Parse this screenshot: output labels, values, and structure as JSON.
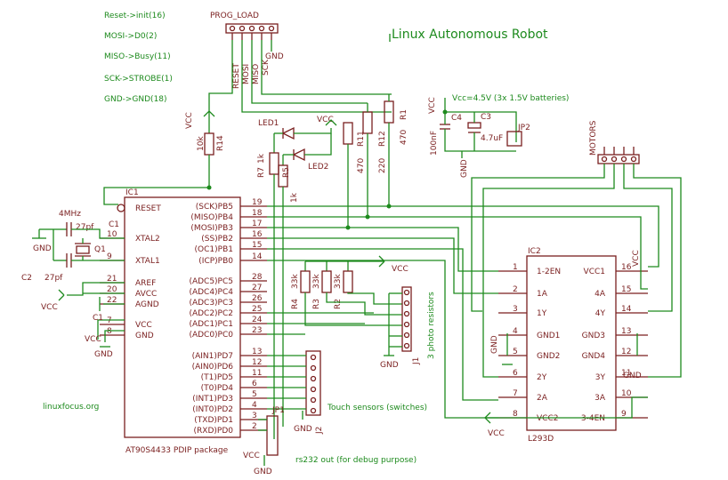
{
  "title": "Linux Autonomous Robot",
  "header_notes": {
    "reset": "Reset->init(16)",
    "mosi": "MOSI->D0(2)",
    "miso": "MISO->Busy(11)",
    "sck": "SCK->STROBE(1)",
    "gnd": "GND->GND(18)"
  },
  "prog_load": {
    "label": "PROG_LOAD",
    "pins": [
      "RESET",
      "MOSI",
      "MISO",
      "SCK",
      "GND"
    ]
  },
  "mcu": {
    "ref": "IC1",
    "part": "AT90S4433 PDIP package",
    "left_pins": [
      {
        "num": "",
        "name": "RESET"
      },
      {
        "num": "10",
        "name": "XTAL2"
      },
      {
        "num": "9",
        "name": "XTAL1"
      },
      {
        "num": "21",
        "name": "AREF"
      },
      {
        "num": "20",
        "name": "AVCC"
      },
      {
        "num": "22",
        "name": "AGND"
      },
      {
        "num": "7",
        "name": "VCC"
      },
      {
        "num": "8",
        "name": "GND"
      }
    ],
    "right_pins": [
      {
        "num": "19",
        "name": "(SCK)PB5"
      },
      {
        "num": "18",
        "name": "(MISO)PB4"
      },
      {
        "num": "17",
        "name": "(MOSI)PB3"
      },
      {
        "num": "16",
        "name": "(SS)PB2"
      },
      {
        "num": "15",
        "name": "(OC1)PB1"
      },
      {
        "num": "14",
        "name": "(ICP)PB0"
      },
      {
        "num": "28",
        "name": "(ADC5)PC5"
      },
      {
        "num": "27",
        "name": "(ADC4)PC4"
      },
      {
        "num": "26",
        "name": "(ADC3)PC3"
      },
      {
        "num": "25",
        "name": "(ADC2)PC2"
      },
      {
        "num": "24",
        "name": "(ADC1)PC1"
      },
      {
        "num": "23",
        "name": "(ADC0)PC0"
      },
      {
        "num": "13",
        "name": "(AIN1)PD7"
      },
      {
        "num": "12",
        "name": "(AIN0)PD6"
      },
      {
        "num": "11",
        "name": "(T1)PD5"
      },
      {
        "num": "6",
        "name": "(T0)PD4"
      },
      {
        "num": "5",
        "name": "(INT1)PD3"
      },
      {
        "num": "4",
        "name": "(INT0)PD2"
      },
      {
        "num": "3",
        "name": "(TXD)PD1"
      },
      {
        "num": "2",
        "name": "(RXD)PD0"
      }
    ]
  },
  "driver": {
    "ref": "IC2",
    "part": "L293D",
    "left_pins": [
      {
        "num": "1",
        "name": "1-2EN"
      },
      {
        "num": "2",
        "name": "1A"
      },
      {
        "num": "3",
        "name": "1Y"
      },
      {
        "num": "4",
        "name": "GND1"
      },
      {
        "num": "5",
        "name": "GND2"
      },
      {
        "num": "6",
        "name": "2Y"
      },
      {
        "num": "7",
        "name": "2A"
      },
      {
        "num": "8",
        "name": "VCC2"
      }
    ],
    "right_pins": [
      {
        "num": "16",
        "name": "VCC1"
      },
      {
        "num": "15",
        "name": "4A"
      },
      {
        "num": "14",
        "name": "4Y"
      },
      {
        "num": "13",
        "name": "GND3"
      },
      {
        "num": "12",
        "name": "GND4"
      },
      {
        "num": "11",
        "name": "3Y"
      },
      {
        "num": "10",
        "name": "3A"
      },
      {
        "num": "9",
        "name": "3-4EN"
      }
    ]
  },
  "components": {
    "r14": {
      "ref": "R14",
      "value": "10k"
    },
    "r7": {
      "ref": "R7",
      "value": "1k"
    },
    "r5": {
      "ref": "R5",
      "value": "1k"
    },
    "r11": {
      "ref": "R11",
      "value": "470"
    },
    "r12": {
      "ref": "R12",
      "value": "220"
    },
    "r1": {
      "ref": "R1",
      "value": "470"
    },
    "r4": {
      "ref": "R4",
      "value": "33k"
    },
    "r3": {
      "ref": "R3",
      "value": "33k"
    },
    "r2": {
      "ref": "R2",
      "value": "33k"
    },
    "led1": "LED1",
    "led2": "LED2",
    "c1": "C1",
    "c2": "C2",
    "c1_value": "27pf",
    "c2_value": "27pf",
    "q1": "Q1",
    "crystal": "4MHz",
    "c4": "C4",
    "c4_value": "100nF",
    "c3": "C3",
    "c3_value": "4.7uF",
    "jp2": "JP2",
    "jp1": "JP1",
    "j1": "J1",
    "j2": "J2",
    "motors": "MOTORS"
  },
  "notes": {
    "power": "Vcc=4.5V (3x 1.5V batteries)",
    "photo": "3 photo resistors",
    "touch": "Touch sensors (switches)",
    "rs232": "rs232 out (for debug purpose)",
    "site": "linuxfocus.org"
  },
  "labels": {
    "vcc": "VCC",
    "gnd": "GND"
  }
}
